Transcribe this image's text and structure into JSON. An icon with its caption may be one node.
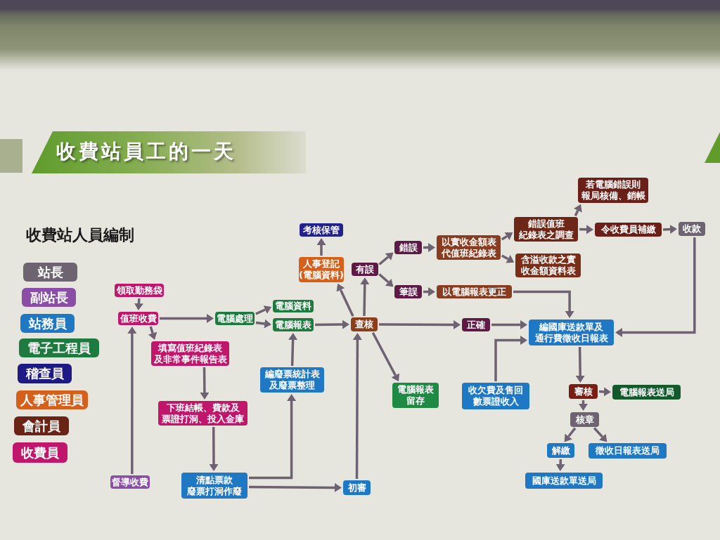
{
  "diagram": {
    "title": "收費站員工的一天",
    "nodes": [
      {
        "text": [
          "領取勤務袋"
        ]
      },
      {
        "text": [
          "值班收費"
        ]
      },
      {
        "text": [
          "電腦處理"
        ]
      },
      {
        "text": [
          "電腦資料"
        ]
      },
      {
        "text": [
          "電腦報表"
        ]
      },
      {
        "text": [
          "填寫值班紀錄表及非常事件報告表"
        ]
      },
      {
        "text": [
          "下班結帳、費款及票證打洞、投入金庫"
        ]
      },
      {
        "text": [
          "清點票款廢票打洞作廢"
        ]
      },
      {
        "text": [
          "督導收費"
        ]
      },
      {
        "text": [
          "編廢票統計表及廢票整理"
        ]
      },
      {
        "text": [
          "初審"
        ]
      },
      {
        "text": [
          "考核保管"
        ]
      },
      {
        "text": [
          "人事登記(電腦資料)"
        ]
      },
      {
        "text": [
          "查核"
        ]
      },
      {
        "text": [
          "有誤"
        ]
      },
      {
        "text": [
          "錯誤"
        ]
      },
      {
        "text": [
          "筆誤"
        ]
      },
      {
        "text": [
          "以實收金額表代值班紀錄表"
        ]
      },
      {
        "text": [
          "以電腦報表更正"
        ]
      },
      {
        "text": [
          "錯誤值班紀錄表之調查"
        ]
      },
      {
        "text": [
          "含溢收款之實收金額資料表"
        ]
      },
      {
        "text": [
          "若電腦錯誤則報局核備、銷帳"
        ]
      },
      {
        "text": [
          "令收費員補繳"
        ]
      },
      {
        "text": [
          "收款"
        ]
      },
      {
        "text": [
          "正確"
        ]
      },
      {
        "text": [
          "電腦報表留存"
        ]
      },
      {
        "text": [
          "編國庫送款單及通行費徵收日報表"
        ]
      },
      {
        "text": [
          "收欠費及售回數票證收入"
        ]
      },
      {
        "text": [
          "審核"
        ]
      },
      {
        "text": [
          "電腦報表送局"
        ]
      },
      {
        "text": [
          "核章"
        ]
      },
      {
        "text": [
          "解繳"
        ]
      },
      {
        "text": [
          "徵收日報表送局"
        ]
      },
      {
        "text": [
          "國庫送款單送局"
        ]
      }
    ],
    "edges": [
      {
        "from": 0,
        "to": 1,
        "arrow": "to"
      },
      {
        "from": 1,
        "to": 2,
        "arrow": "to"
      },
      {
        "from": 1,
        "to": 5,
        "arrow": "to"
      },
      {
        "from": 2,
        "to": 3,
        "arrow": "to"
      },
      {
        "from": 2,
        "to": 4,
        "arrow": "to"
      },
      {
        "from": 5,
        "to": 6,
        "arrow": "to"
      },
      {
        "from": 6,
        "to": 7,
        "arrow": "to"
      },
      {
        "from": 7,
        "to": 9,
        "arrow": "to"
      },
      {
        "from": 7,
        "to": 10,
        "arrow": "to"
      },
      {
        "from": 8,
        "to": 1,
        "arrow": "to"
      },
      {
        "from": 9,
        "to": 4,
        "arrow": "to"
      },
      {
        "from": 4,
        "to": 13,
        "arrow": "to"
      },
      {
        "from": 10,
        "to": 13,
        "arrow": "to"
      },
      {
        "from": 13,
        "to": 12,
        "arrow": "to"
      },
      {
        "from": 12,
        "to": 11,
        "arrow": "to"
      },
      {
        "from": 13,
        "to": 14,
        "arrow": "to"
      },
      {
        "from": 13,
        "to": 24,
        "arrow": "to"
      },
      {
        "from": 13,
        "to": 25,
        "arrow": "to"
      },
      {
        "from": 14,
        "to": 15,
        "arrow": "to"
      },
      {
        "from": 14,
        "to": 16,
        "arrow": "to"
      },
      {
        "from": 15,
        "to": 17,
        "arrow": "to"
      },
      {
        "from": 16,
        "to": 18,
        "arrow": "to"
      },
      {
        "from": 17,
        "to": 19,
        "arrow": "to"
      },
      {
        "from": 17,
        "to": 20,
        "arrow": "to"
      },
      {
        "from": 19,
        "to": 21,
        "arrow": "to"
      },
      {
        "from": 19,
        "to": 22,
        "arrow": "to"
      },
      {
        "from": 22,
        "to": 23,
        "arrow": "to"
      },
      {
        "from": 23,
        "to": 26,
        "arrow": "to"
      },
      {
        "from": 18,
        "to": 26,
        "arrow": "to"
      },
      {
        "from": 24,
        "to": 26,
        "arrow": "to"
      },
      {
        "from": 27,
        "to": 26,
        "arrow": "to"
      },
      {
        "from": 26,
        "to": 28,
        "arrow": "to"
      },
      {
        "from": 28,
        "to": 29,
        "arrow": "to"
      },
      {
        "from": 28,
        "to": 30,
        "arrow": "to"
      },
      {
        "from": 30,
        "to": 31,
        "arrow": "to"
      },
      {
        "from": 30,
        "to": 32,
        "arrow": "to"
      },
      {
        "from": 31,
        "to": 33,
        "arrow": "to"
      }
    ],
    "labels": [
      "收費站人員編制"
    ],
    "legend": [
      {
        "text": "站長",
        "color": "#6e6471"
      },
      {
        "text": "副站長",
        "color": "#8a4ea6"
      },
      {
        "text": "站務員",
        "color": "#1f78c4"
      },
      {
        "text": "電子工程員",
        "color": "#1e7a3e"
      },
      {
        "text": "稽查員",
        "color": "#1d1a86"
      },
      {
        "text": "人事管理員",
        "color": "#d4601c"
      },
      {
        "text": "會計員",
        "color": "#6a2416"
      },
      {
        "text": "收費員",
        "color": "#c0176c"
      }
    ]
  }
}
